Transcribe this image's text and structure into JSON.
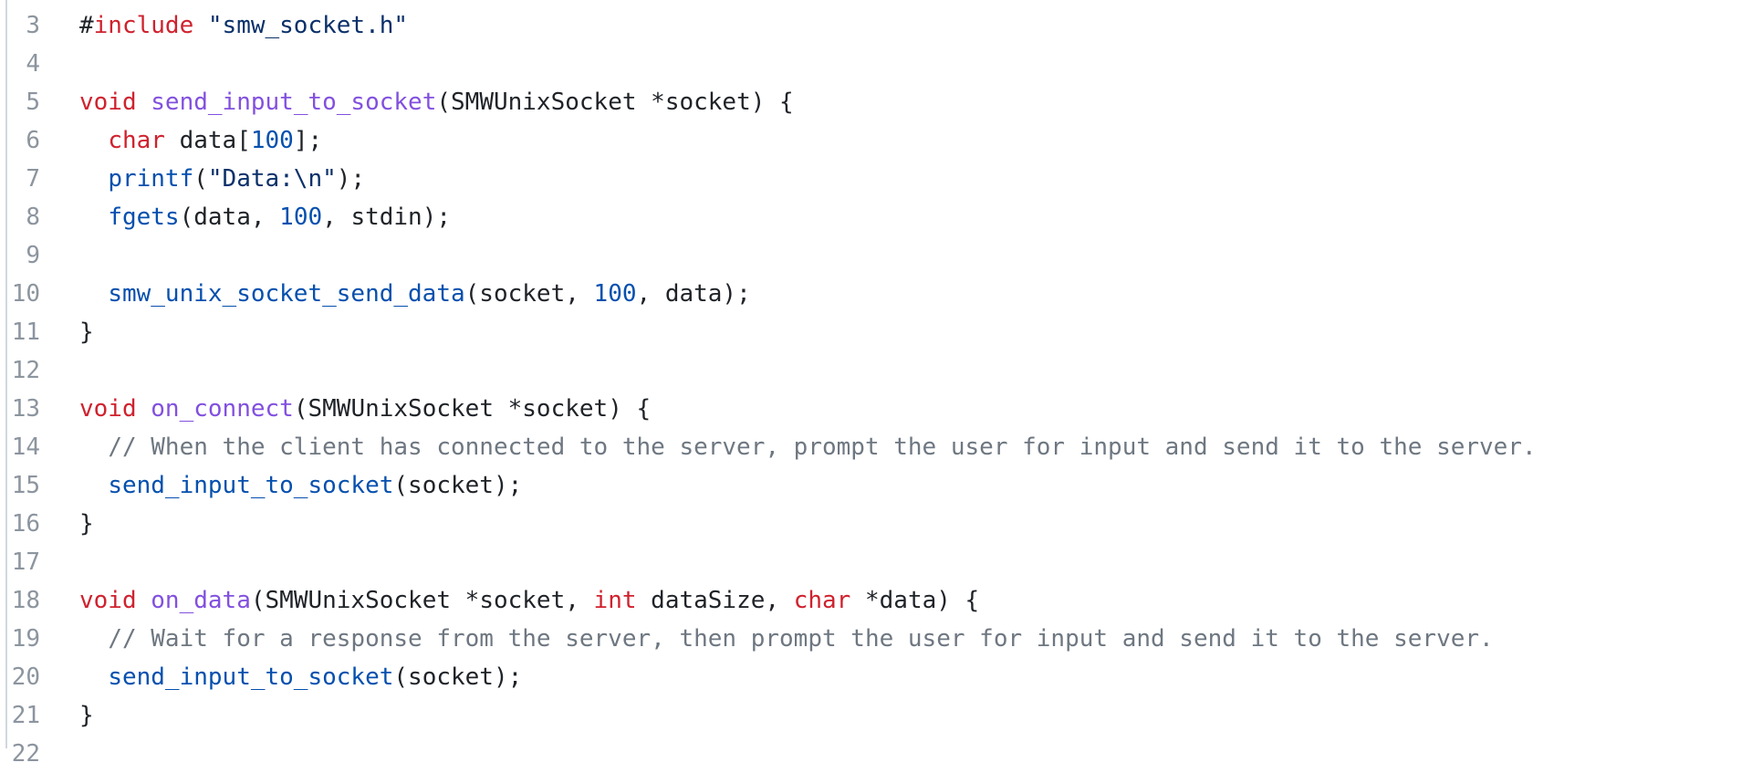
{
  "colors": {
    "keyword": "#cf222e",
    "function_definition": "#8250df",
    "function_call": "#0550ae",
    "number": "#0550ae",
    "string": "#0a3069",
    "comment": "#6e7781",
    "text": "#1f2328",
    "line_number": "#8c959f",
    "gutter_border": "#d0d7de",
    "background": "#ffffff"
  },
  "lines": [
    {
      "number": "3",
      "tokens": [
        {
          "t": "#",
          "c": "pl"
        },
        {
          "t": "include",
          "c": "kw"
        },
        {
          "t": " ",
          "c": "pl"
        },
        {
          "t": "\"smw_socket.h\"",
          "c": "str"
        }
      ]
    },
    {
      "number": "4",
      "tokens": []
    },
    {
      "number": "5",
      "tokens": [
        {
          "t": "void",
          "c": "kw"
        },
        {
          "t": " ",
          "c": "pl"
        },
        {
          "t": "send_input_to_socket",
          "c": "fn"
        },
        {
          "t": "(SMWUnixSocket *socket) {",
          "c": "pl"
        }
      ]
    },
    {
      "number": "6",
      "tokens": [
        {
          "t": "  ",
          "c": "pl"
        },
        {
          "t": "char",
          "c": "kw"
        },
        {
          "t": " data[",
          "c": "pl"
        },
        {
          "t": "100",
          "c": "num"
        },
        {
          "t": "];",
          "c": "pl"
        }
      ]
    },
    {
      "number": "7",
      "tokens": [
        {
          "t": "  ",
          "c": "pl"
        },
        {
          "t": "printf",
          "c": "call"
        },
        {
          "t": "(",
          "c": "pl"
        },
        {
          "t": "\"Data:\\n\"",
          "c": "str"
        },
        {
          "t": ");",
          "c": "pl"
        }
      ]
    },
    {
      "number": "8",
      "tokens": [
        {
          "t": "  ",
          "c": "pl"
        },
        {
          "t": "fgets",
          "c": "call"
        },
        {
          "t": "(data, ",
          "c": "pl"
        },
        {
          "t": "100",
          "c": "num"
        },
        {
          "t": ", stdin);",
          "c": "pl"
        }
      ]
    },
    {
      "number": "9",
      "tokens": []
    },
    {
      "number": "10",
      "tokens": [
        {
          "t": "  ",
          "c": "pl"
        },
        {
          "t": "smw_unix_socket_send_data",
          "c": "call"
        },
        {
          "t": "(socket, ",
          "c": "pl"
        },
        {
          "t": "100",
          "c": "num"
        },
        {
          "t": ", data);",
          "c": "pl"
        }
      ]
    },
    {
      "number": "11",
      "tokens": [
        {
          "t": "}",
          "c": "pl"
        }
      ]
    },
    {
      "number": "12",
      "tokens": []
    },
    {
      "number": "13",
      "tokens": [
        {
          "t": "void",
          "c": "kw"
        },
        {
          "t": " ",
          "c": "pl"
        },
        {
          "t": "on_connect",
          "c": "fn"
        },
        {
          "t": "(SMWUnixSocket *socket) {",
          "c": "pl"
        }
      ]
    },
    {
      "number": "14",
      "tokens": [
        {
          "t": "  ",
          "c": "pl"
        },
        {
          "t": "// When the client has connected to the server, prompt the user for input and send it to the server.",
          "c": "cmt"
        }
      ]
    },
    {
      "number": "15",
      "tokens": [
        {
          "t": "  ",
          "c": "pl"
        },
        {
          "t": "send_input_to_socket",
          "c": "call"
        },
        {
          "t": "(socket);",
          "c": "pl"
        }
      ]
    },
    {
      "number": "16",
      "tokens": [
        {
          "t": "}",
          "c": "pl"
        }
      ]
    },
    {
      "number": "17",
      "tokens": []
    },
    {
      "number": "18",
      "tokens": [
        {
          "t": "void",
          "c": "kw"
        },
        {
          "t": " ",
          "c": "pl"
        },
        {
          "t": "on_data",
          "c": "fn"
        },
        {
          "t": "(SMWUnixSocket *socket, ",
          "c": "pl"
        },
        {
          "t": "int",
          "c": "kw"
        },
        {
          "t": " dataSize, ",
          "c": "pl"
        },
        {
          "t": "char",
          "c": "kw"
        },
        {
          "t": " *data) {",
          "c": "pl"
        }
      ]
    },
    {
      "number": "19",
      "tokens": [
        {
          "t": "  ",
          "c": "pl"
        },
        {
          "t": "// Wait for a response from the server, then prompt the user for input and send it to the server.",
          "c": "cmt"
        }
      ]
    },
    {
      "number": "20",
      "tokens": [
        {
          "t": "  ",
          "c": "pl"
        },
        {
          "t": "send_input_to_socket",
          "c": "call"
        },
        {
          "t": "(socket);",
          "c": "pl"
        }
      ]
    },
    {
      "number": "21",
      "tokens": [
        {
          "t": "}",
          "c": "pl"
        }
      ]
    },
    {
      "number": "22",
      "tokens": []
    }
  ]
}
